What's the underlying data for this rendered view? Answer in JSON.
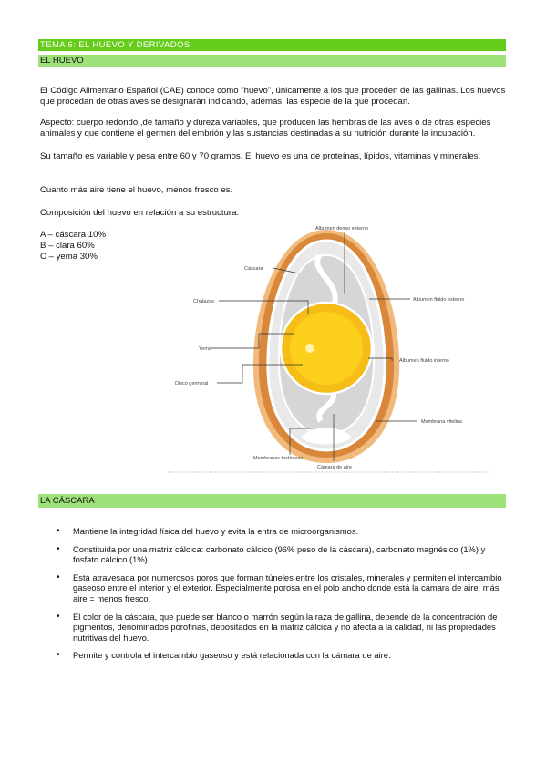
{
  "header": {
    "topic": "TEMA 6: EL HUEVO Y DERIVADOS",
    "subtopic": "EL HUEVO"
  },
  "intro": {
    "p1": "El Código Alimentario Español (CAE) conoce como \"huevo\", únicamente a los que proceden de las gallinas. Los huevos que procedan de otras aves se designarán indicando, además, las especie de la que procedan.",
    "p2": "Aspecto: cuerpo redondo ,de tamaño y dureza variables, que producen las hembras de las aves o de otras especies animales y que contiene el germen del embrión y las sustancias destinadas a su nutrición durante la incubación.",
    "p3": "Su tamaño es variable y pesa entre 60 y 70 gramos. El huevo es una de proteínas, lípidos, vitaminas y minerales.",
    "p4": "Cuanto más aire tiene el huevo, menos fresco es.",
    "p5": "Composición del huevo en relación a su estructura:"
  },
  "composition": [
    "A – cáscara 10%",
    "B – clara 60%",
    "C – yema 30%"
  ],
  "diagram": {
    "labels": {
      "albumen_denso": "Albumen denso externo",
      "cascara": "Cáscara",
      "albumen_fluido_externo": "Albumen fluido externo",
      "chalazas": "Chalazas",
      "yema": "Yema",
      "albumen_fluido_interno": "Albumen fluido interno",
      "disco_germinal": "Disco germinal",
      "membrana_vitelina": "Membrana vitelina",
      "membranas_testaceas": "Membranas testáceas",
      "camara_aire": "Cámara de aire"
    }
  },
  "section2": {
    "title": "LA CÁSCARA",
    "bullets": [
      "Mantiene la integridad física del huevo y evita la entra de  microorganismos.",
      "Constituida por una matriz cálcica: carbonato cálcico (96% peso de la cáscara), carbonato magnésico (1%) y fosfato cálcico (1%).",
      "Está atravesada por numerosos poros que forman túneles entre los cristales, minerales y permiten el intercambio gaseoso entre el interior y el exterior. Especialmente porosa en el polo ancho donde está la cámara de aire. más aire = menos fresco.",
      "El color de la cáscara, que puede ser blanco o marrón según la raza de gallina, depende de la concentración de pigmentos, denominados porofinas, depositados en la matriz cálcica y no afecta a la calidad, ni  las propiedades nutritivas del huevo.",
      "Permite y controla el intercambio gaseoso y está relacionada con la cámara de aire."
    ]
  }
}
